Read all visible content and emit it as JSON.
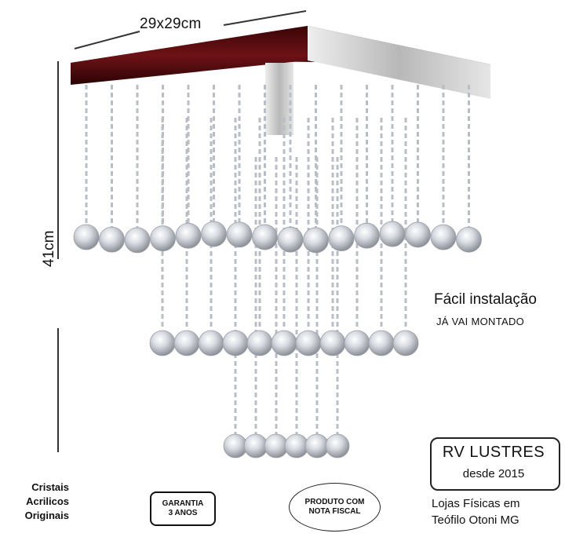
{
  "dimensions": {
    "width": "29x29cm",
    "height": "41cm"
  },
  "features": {
    "title": "Fácil instalação",
    "subtitle": "JÁ VAI MONTADO"
  },
  "brand": {
    "name": "RV LUSTRES",
    "since": "desde 2015"
  },
  "stores": {
    "line1": "Lojas Físicas em",
    "line2": "Teófilo Otoni MG"
  },
  "crystals": {
    "line1": "Cristais",
    "line2": "Acrilicos",
    "line3": "Originais"
  },
  "warranty": {
    "line1": "GARANTIA",
    "line2": "3 ANOS"
  },
  "invoice": {
    "line1": "PRODUTO COM",
    "line2": "NOTA FISCAL"
  },
  "colors": {
    "canopy": "#5a0c10",
    "steel": "#c8c8c8",
    "crystal": "#d9dde3",
    "text": "#111111"
  }
}
